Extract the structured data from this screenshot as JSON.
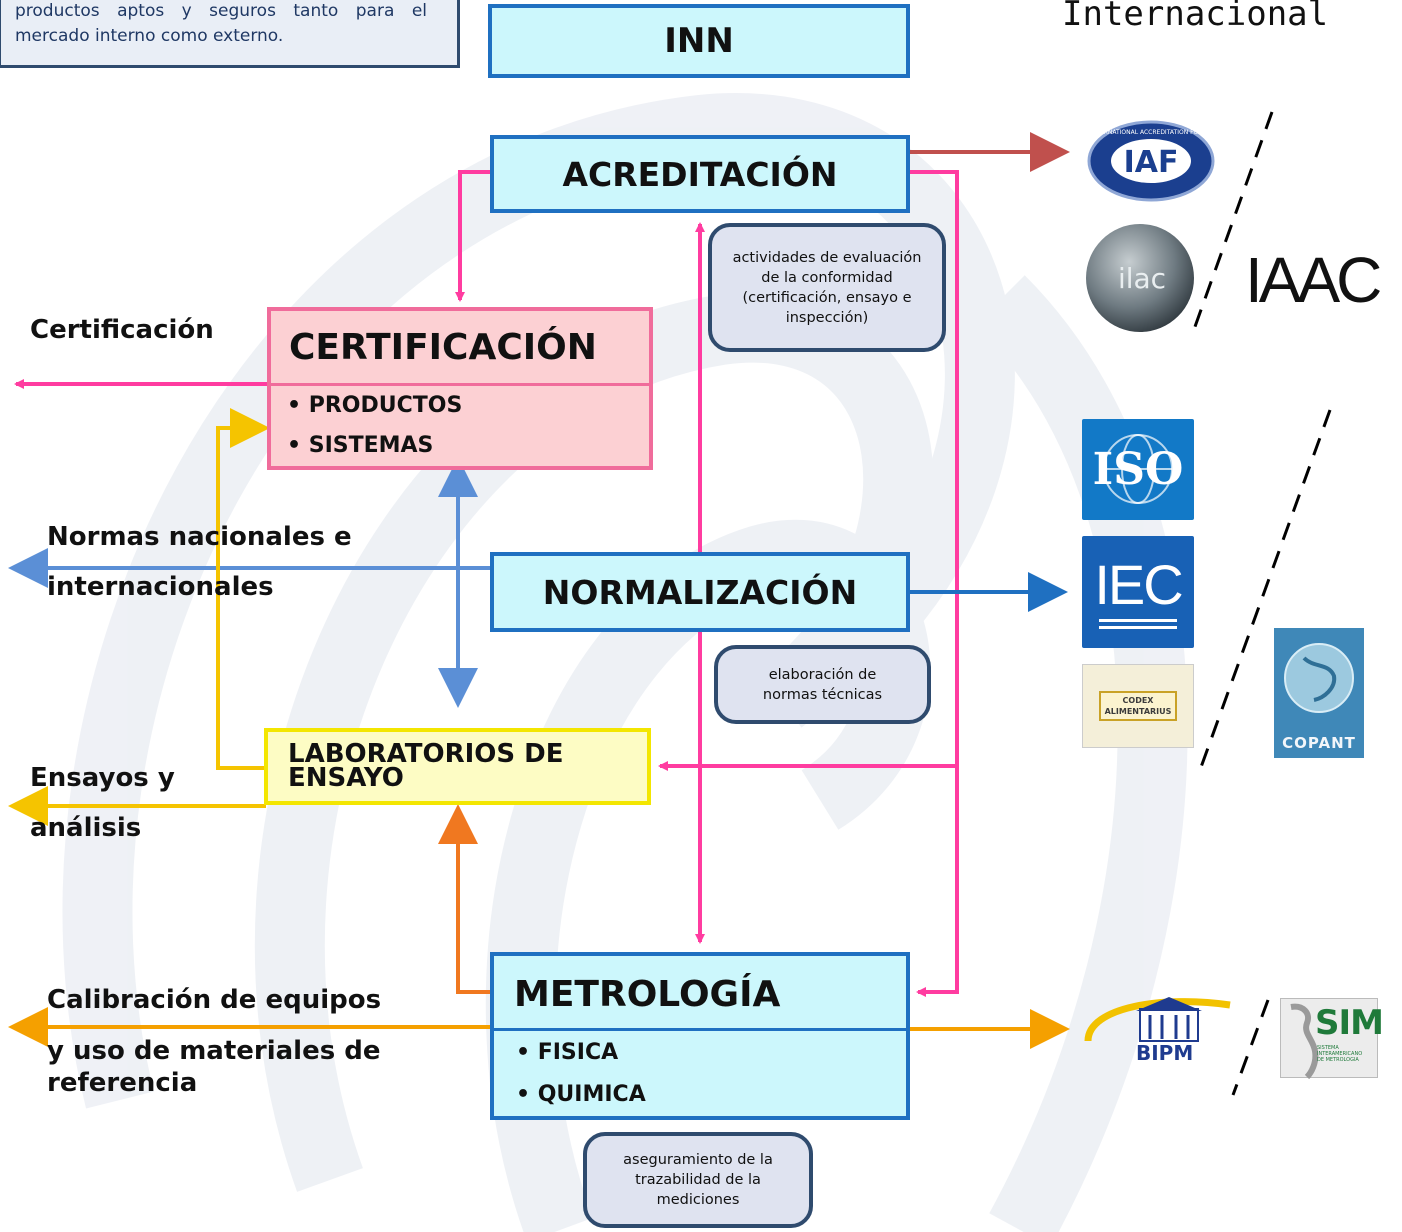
{
  "intro_text": "productos aptos y seguros tanto para el mercado interno como externo.",
  "inn_label": "INN",
  "international_label": "Internacional",
  "acreditacion": {
    "title": "ACREDITACIÓN"
  },
  "certificacion": {
    "title": "CERTIFICACIÓN",
    "items": [
      "• PRODUCTOS",
      "• SISTEMAS"
    ]
  },
  "normalizacion": {
    "title": "NORMALIZACIÓN"
  },
  "laboratorios": {
    "title_line1": "LABORATORIOS DE",
    "title_line2": "ENSAYO"
  },
  "metrologia": {
    "title": "METROLOGÍA",
    "items": [
      "• FISICA",
      "• QUIMICA"
    ]
  },
  "notes": {
    "acreditacion_note": "actividades de evaluación de la conformidad (certificación, ensayo e inspección)",
    "normalizacion_note": "elaboración de normas técnicas",
    "metrologia_note": "aseguramiento de la trazabilidad de la mediciones"
  },
  "outputs": {
    "certificacion": "Certificación",
    "normas_line1": "Normas nacionales e",
    "normas_line2": "internacionales",
    "ensayos_line1": "Ensayos y",
    "ensayos_line2": "análisis",
    "calibracion_line1": "Calibración de equipos",
    "calibracion_line2": "y uso de materiales de",
    "calibracion_line3": "referencia"
  },
  "logos": {
    "iaf": "IAF",
    "iaf_ring": "INTERNATIONAL ACCREDITATION FORUM",
    "ilac": "ilac",
    "iaac": "IAAC",
    "iso": "ISO",
    "iec": "IEC",
    "codex_line1": "CODEX",
    "codex_line2": "ALIMENTARIUS",
    "copant": "COPANT",
    "bipm": "BIPM",
    "sim": "SIM",
    "sim_sub1": "SISTEMA",
    "sim_sub2": "INTERAMERICANO",
    "sim_sub3": "DE METROLOGIA"
  },
  "colors": {
    "blue_box_border": "#1f70c1",
    "cyan_fill": "#ccf7fc",
    "pink_arrow": "#ff3ca0",
    "blue_arrow": "#5b8fd6",
    "yellow_arrow": "#f5c400",
    "orange_arrow": "#f07820",
    "dark_red_arrow": "#c0504d"
  }
}
